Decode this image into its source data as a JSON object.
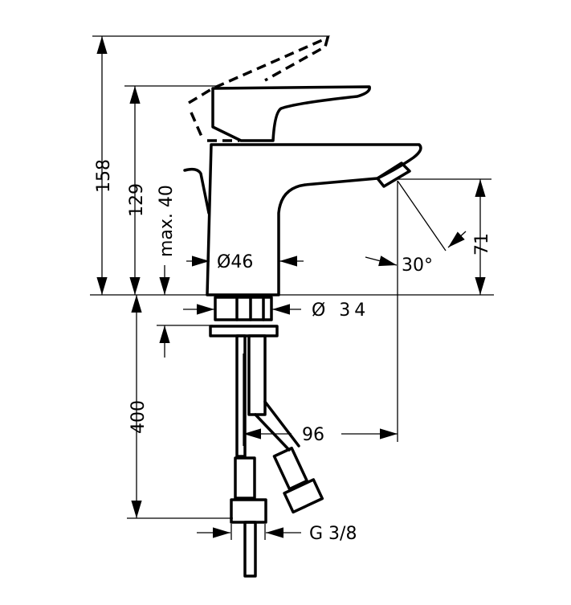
{
  "drawing": {
    "title": "Basin mixer dimension drawing",
    "dimensions": {
      "total_height": "158",
      "lever_height": "129",
      "max_deck": "max. 40",
      "body_diameter": "Ø46",
      "spout_angle": "30°",
      "spout_height": "71",
      "shank_diameter": "Ø 34",
      "hose_length": "400",
      "projection": "96",
      "connection_thread": "G 3/8"
    },
    "colors": {
      "line": "#000000",
      "background": "#ffffff"
    }
  }
}
